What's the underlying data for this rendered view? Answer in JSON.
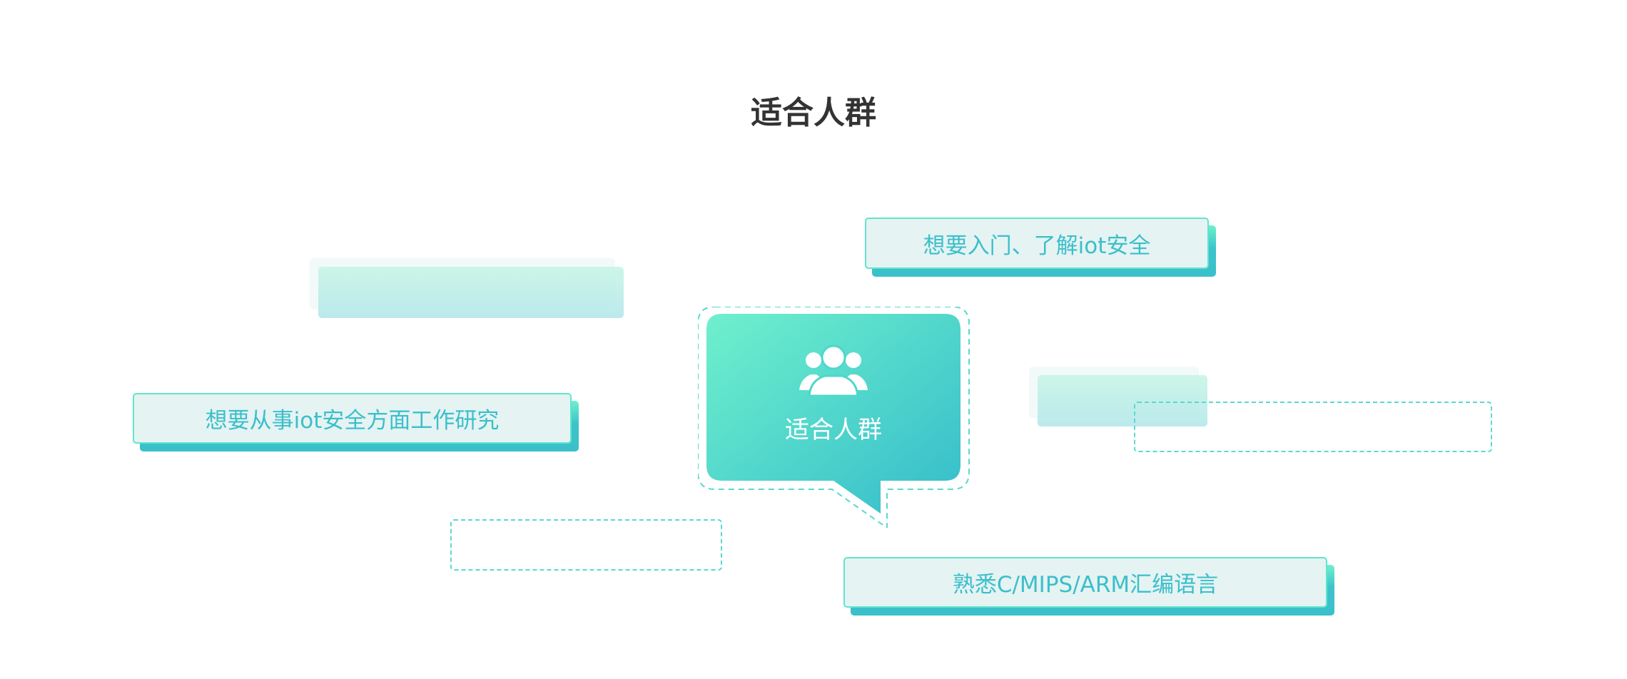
{
  "section_title": "适合人群",
  "center_bubble": {
    "label": "适合人群",
    "icon": "people-group-icon"
  },
  "audience_items": [
    "想要入门、了解iot安全",
    "想要从事iot安全方面工作研究",
    "熟悉C/MIPS/ARM汇编语言"
  ],
  "colors": {
    "accent_start": "#6ff0cc",
    "accent_end": "#34bccb",
    "text": "#3bbfca"
  }
}
